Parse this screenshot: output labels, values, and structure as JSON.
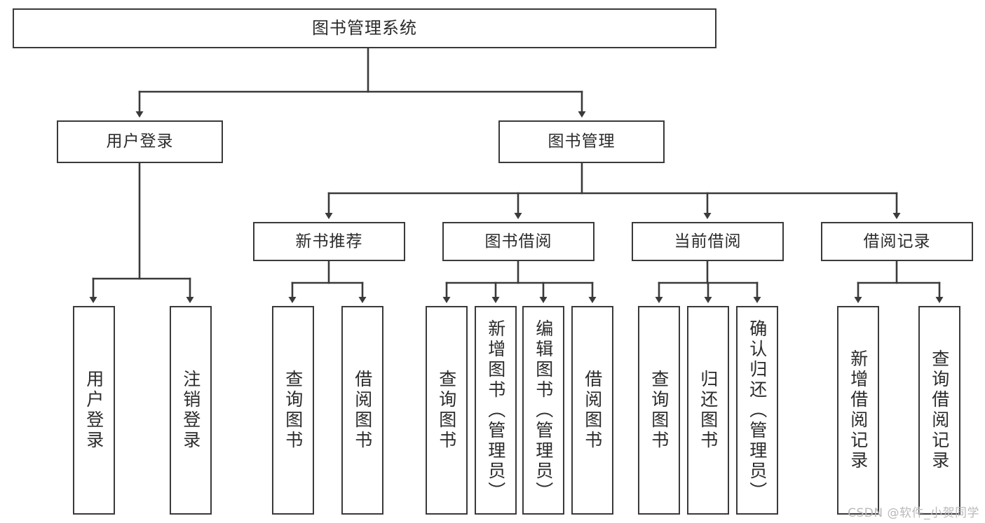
{
  "diagram": {
    "title": "图书管理系统",
    "type": "hierarchy-tree",
    "watermark": "CSDN @软件_小贺同学",
    "colors": {
      "box_border": "#3a3a3a",
      "box_fill": "#ffffff",
      "edge": "#3a3a3a",
      "text": "#2b2b2b",
      "watermark": "#b9b9b9",
      "background": "#ffffff"
    },
    "nodes": {
      "root": {
        "label": "图书管理系统"
      },
      "level2": [
        {
          "id": "user-login",
          "label": "用户登录"
        },
        {
          "id": "book-management",
          "label": "图书管理"
        }
      ],
      "level3": [
        {
          "id": "new-book-recommend",
          "label": "新书推荐"
        },
        {
          "id": "book-borrow",
          "label": "图书借阅"
        },
        {
          "id": "current-borrow",
          "label": "当前借阅"
        },
        {
          "id": "borrow-record",
          "label": "借阅记录"
        }
      ],
      "leaves": {
        "user_login": [
          {
            "id": "leaf-user-login",
            "label": "用户登录"
          },
          {
            "id": "leaf-logout-login",
            "label": "注销登录"
          }
        ],
        "new_book_recommend": [
          {
            "id": "leaf-query-book-1",
            "label": "查询图书"
          },
          {
            "id": "leaf-borrow-book-1",
            "label": "借阅图书"
          }
        ],
        "book_borrow": [
          {
            "id": "leaf-query-book-2",
            "label": "查询图书"
          },
          {
            "id": "leaf-add-book",
            "label": "新增图书（管理员）"
          },
          {
            "id": "leaf-edit-book",
            "label": "编辑图书（管理员）"
          },
          {
            "id": "leaf-borrow-book-2",
            "label": "借阅图书"
          }
        ],
        "current_borrow": [
          {
            "id": "leaf-query-book-3",
            "label": "查询图书"
          },
          {
            "id": "leaf-return-book",
            "label": "归还图书"
          },
          {
            "id": "leaf-confirm-return",
            "label": "确认归还（管理员）"
          }
        ],
        "borrow_record": [
          {
            "id": "leaf-add-record",
            "label": "新增借阅记录"
          },
          {
            "id": "leaf-query-record",
            "label": "查询借阅记录"
          }
        ]
      }
    }
  }
}
